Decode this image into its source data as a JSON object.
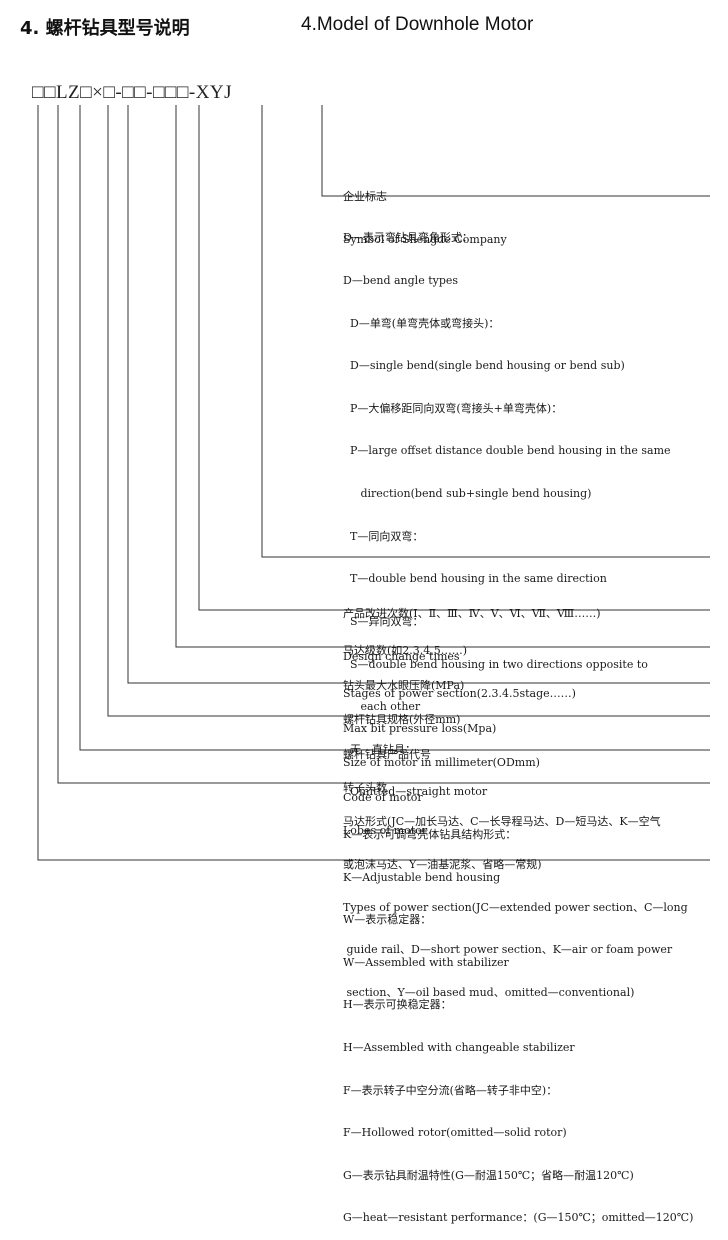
{
  "title_cn": "4. 螺杆钻具型号说明",
  "title_en": "4.Model of Downhole Motor",
  "code_template": "□□LZ□×□-□□-□□□-XYJ",
  "sections": [
    {
      "lines": [
        "企业标志",
        "Symbol of Shengde Company"
      ]
    },
    {
      "lines": [
        "D—表示弯钻具弯角形式：",
        "D—bend angle types",
        "  D—单弯(单弯壳体或弯接头)：",
        "  D—single bend(single bend housing or bend sub)",
        "  P—大偏移距同向双弯(弯接头+单弯壳体)：",
        "  P—large offset distance double bend housing in the same",
        "     direction(bend sub+single bend housing)",
        "  T—同向双弯：",
        "  T—double bend housing in the same direction",
        "  S—异向双弯：",
        "  S—double bend housing in two directions opposite to",
        "     each other",
        "  无—直钻具：",
        "  Omitted—straight motor",
        "K—表示可调弯壳体钻具结构形式：",
        "K—Adjustable bend housing",
        "W—表示稳定器：",
        "W—Assembled with stabilizer",
        "H—表示可换稳定器：",
        "H—Assembled with changeable stabilizer",
        "F—表示转子中空分流(省略—转子非中空)：",
        "F—Hollowed rotor(omitted—solid rotor)",
        "G—表示钻具耐温特性(G—耐温150℃；省略—耐温120℃)",
        "G—heat—resistant performance：(G—150℃；omitted—120℃)"
      ]
    },
    {
      "lines": [
        "产品改进次数(Ⅰ、Ⅱ、Ⅲ、Ⅳ、Ⅴ、Ⅵ、Ⅶ、Ⅷ……)",
        "Design change times"
      ]
    },
    {
      "lines": [
        "马达级数(如2.3.4.5……)",
        "Stages of power section(2.3.4.5stage……)"
      ]
    },
    {
      "lines": [
        "钻头最大水眼压降(MPa)",
        "Max bit pressure loss(Mpa)"
      ]
    },
    {
      "lines": [
        "螺杆钻具规格(外径mm)",
        "Size of motor in millimeter(ODmm)"
      ]
    },
    {
      "lines": [
        "螺杆钻具产品代号",
        "Code of motor"
      ]
    },
    {
      "lines": [
        "转子头数",
        "Lobes of motor"
      ]
    },
    {
      "lines": [
        "马达形式(JC—加长马达、C—长导程马达、D—短马达、K—空气",
        "或泡沫马达、Y—油基泥浆、省略—常规)",
        "Types of power section(JC—extended power section、C—long",
        " guide rail、D—short power section、K—air or foam power",
        " section、Y—oil based mud、omitted—conventional)"
      ]
    }
  ]
}
